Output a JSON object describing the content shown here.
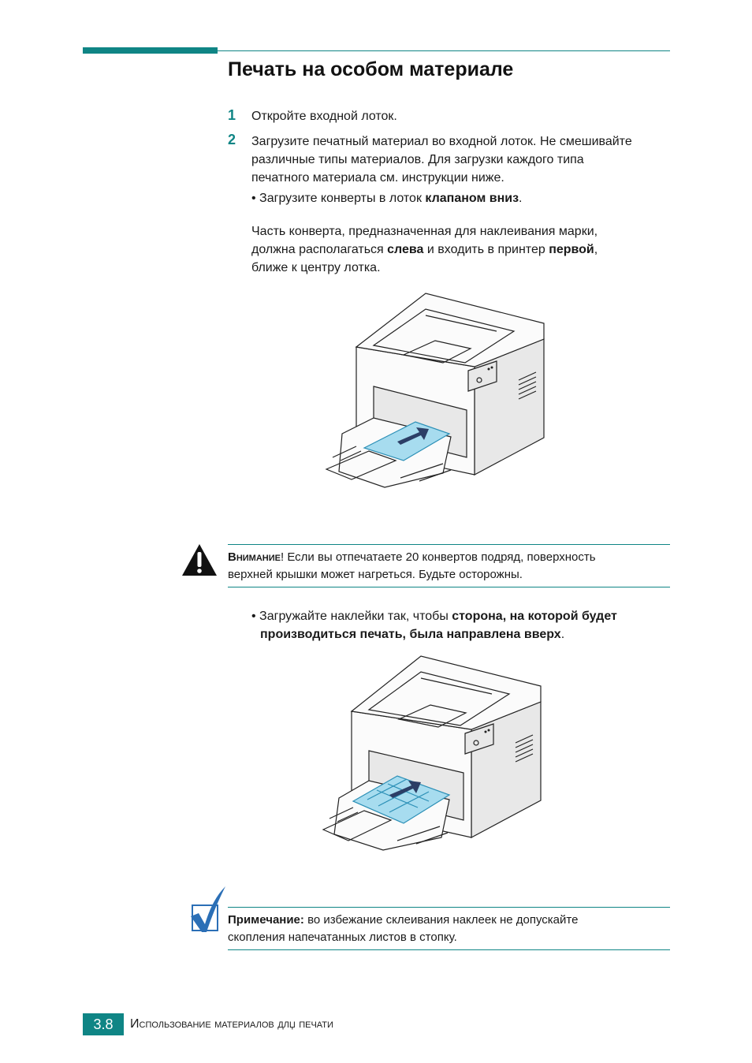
{
  "section_title": "Печать на особом материале",
  "steps": [
    {
      "num": "1",
      "text": "Откройте входной лоток."
    },
    {
      "num": "2",
      "line1": "Загрузите печатный материал во входной лоток. Не смешивайте",
      "line2": "различные типы материалов. Для загрузки каждого типа",
      "line3": "печатного материала см. инструкции ниже."
    }
  ],
  "envelope_bullet": {
    "pre": "• Загрузите конверты в лоток ",
    "bold": "клапаном вниз",
    "post": "."
  },
  "envelope_para": {
    "line1": "Часть конверта, предназначенная для наклеивания марки,",
    "l2_pre": "должна располагаться ",
    "l2_b1": "слева",
    "l2_mid": " и входить в принтер ",
    "l2_b2": "первой",
    "l2_post": ",",
    "line3": "ближе к центру лотка."
  },
  "warning": {
    "label": "Внимание",
    "label_mark": "!",
    "l1": " Если вы отпечатаете 20 конвертов подряд, поверхность",
    "l2": "верхней крышки может нагреться. Будьте осторожны.",
    "icon": "warning-triangle-icon"
  },
  "labels_bullet": {
    "pre": "• Загружайте наклейки так, чтобы ",
    "bold1": "сторона, на которой будет",
    "bold2": "производиться печать, была направлена вверх",
    "post": "."
  },
  "note": {
    "label": "Примечание:",
    "l1": " во избежание склеивания наклеек не допускайте",
    "l2": "скопления напечатанных листов в стопку.",
    "icon": "checkmark-note-icon"
  },
  "footer": {
    "page": "3.8",
    "chapter": "Использование материалов длџ печати"
  },
  "colors": {
    "accent": "#0f8585",
    "media": "#a7dcef",
    "media_stroke": "#2b8fb6"
  }
}
